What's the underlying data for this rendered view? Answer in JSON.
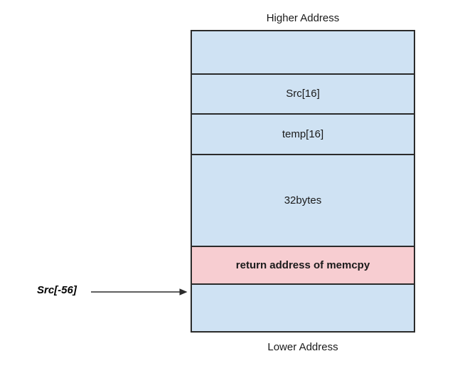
{
  "diagram": {
    "top_caption": "Higher Address",
    "bottom_caption": "Lower Address",
    "colors": {
      "stack_fill": "#cfe2f3",
      "highlight_fill": "#f7cdd1",
      "border": "#2b2b2b",
      "text": "#1a1a1a",
      "arrow": "#2b2b2b"
    },
    "rows": [
      {
        "label": "",
        "fill": "blue",
        "height": 63
      },
      {
        "label": "Src[16]",
        "fill": "blue",
        "height": 58
      },
      {
        "label": "temp[16]",
        "fill": "blue",
        "height": 59
      },
      {
        "label": "32bytes",
        "fill": "blue",
        "height": 133
      },
      {
        "label": "return address of memcpy",
        "fill": "pink",
        "height": 55
      },
      {
        "label": "",
        "fill": "blue",
        "height": 57
      }
    ],
    "annotation": {
      "label": "Src[-56]",
      "points_to_row_index": 5
    }
  }
}
